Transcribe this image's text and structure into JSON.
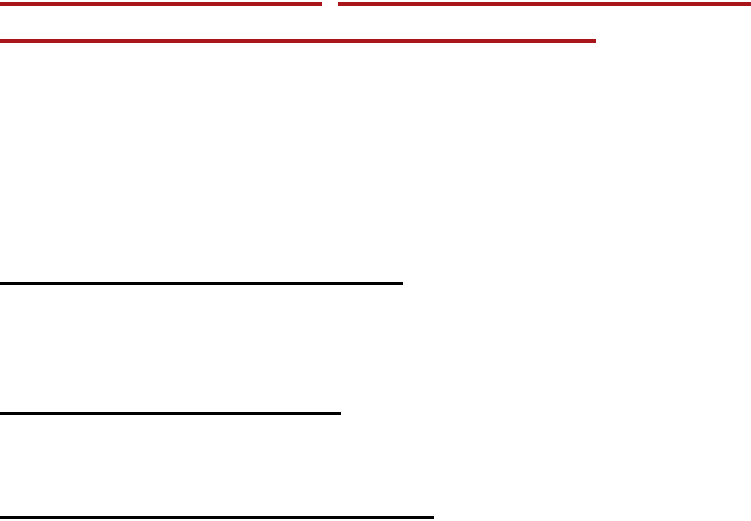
{
  "theme": {
    "background": "#ffffff",
    "accent_rule": "#a8161b",
    "plain_rule": "#000000"
  },
  "rules": [
    {
      "name": "top-rule-left",
      "color": "accent"
    },
    {
      "name": "top-rule-right",
      "color": "accent"
    },
    {
      "name": "second-rule",
      "color": "accent"
    },
    {
      "name": "separator-1",
      "color": "plain"
    },
    {
      "name": "separator-2",
      "color": "plain"
    },
    {
      "name": "separator-3",
      "color": "plain"
    }
  ]
}
